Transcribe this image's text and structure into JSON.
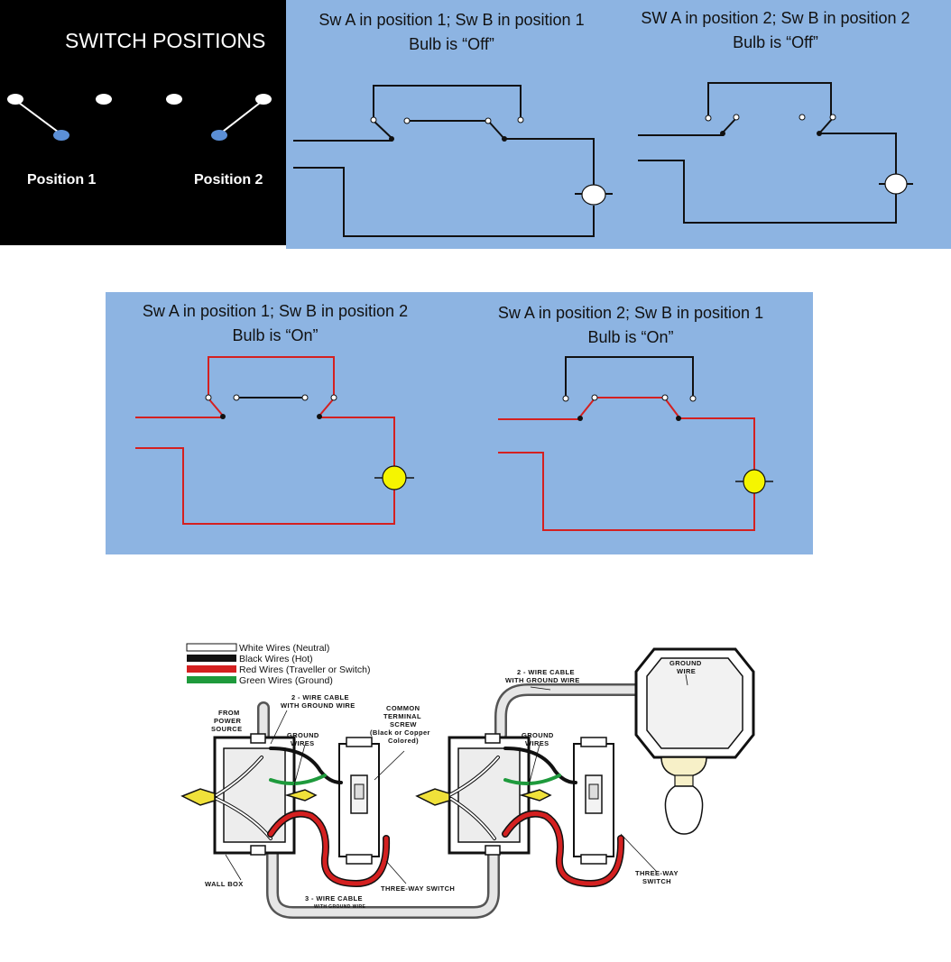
{
  "switch_positions": {
    "title": "SWITCH POSITIONS",
    "position1": "Position 1",
    "position2": "Position 2"
  },
  "panels": [
    {
      "caption": "Sw A in position 1; Sw B in position 1",
      "state": "Bulb is “Off”"
    },
    {
      "caption": "SW A  in position 2; Sw B in position 2",
      "state": "Bulb is “Off”"
    },
    {
      "caption": "Sw A in position 1; Sw B in position 2",
      "state": "Bulb is “On”"
    },
    {
      "caption": "Sw A in position 2; Sw B in position 1",
      "state": "Bulb is “On”"
    }
  ],
  "legend": [
    {
      "label": "White Wires (Neutral)",
      "color": "#ffffff"
    },
    {
      "label": "Black Wires (Hot)",
      "color": "#111111"
    },
    {
      "label": "Red Wires (Traveller or Switch)",
      "color": "#d42020"
    },
    {
      "label": "Green Wires (Ground)",
      "color": "#1e9a3c"
    }
  ],
  "wiring_labels": {
    "from_power_1": "FROM",
    "from_power_2": "POWER",
    "from_power_3": "SOURCE",
    "cable2_left_1": "2 - WIRE CABLE",
    "cable2_left_2": "WITH GROUND WIRE",
    "common_1": "COMMON",
    "common_2": "TERMINAL",
    "common_3": "SCREW",
    "common_4": "(Black or Copper",
    "common_5": "Colored)",
    "ground_left_1": "GROUND",
    "ground_left_2": "WIRES",
    "ground_right_1": "GROUND",
    "ground_right_2": "WIRES",
    "cable2_right_1": "2 - WIRE CABLE",
    "cable2_right_2": "WITH GROUND WIRE",
    "ground_wire_1": "GROUND",
    "ground_wire_2": "WIRE",
    "wall_box": "WALL BOX",
    "three_way_left": "THREE-WAY  SWITCH",
    "three_way_right_1": "THREE-WAY",
    "three_way_right_2": "SWITCH",
    "cable3_1": "3 - WIRE CABLE",
    "cable3_2": "WITH GROUND WIRE"
  },
  "colors": {
    "panel_blue": "#8db4e2",
    "wire_black": "#111111",
    "wire_red": "#d42020",
    "bulb_off": "#ffffff",
    "bulb_on": "#f5f500",
    "switch_dot_blue": "#5b8fd6"
  }
}
